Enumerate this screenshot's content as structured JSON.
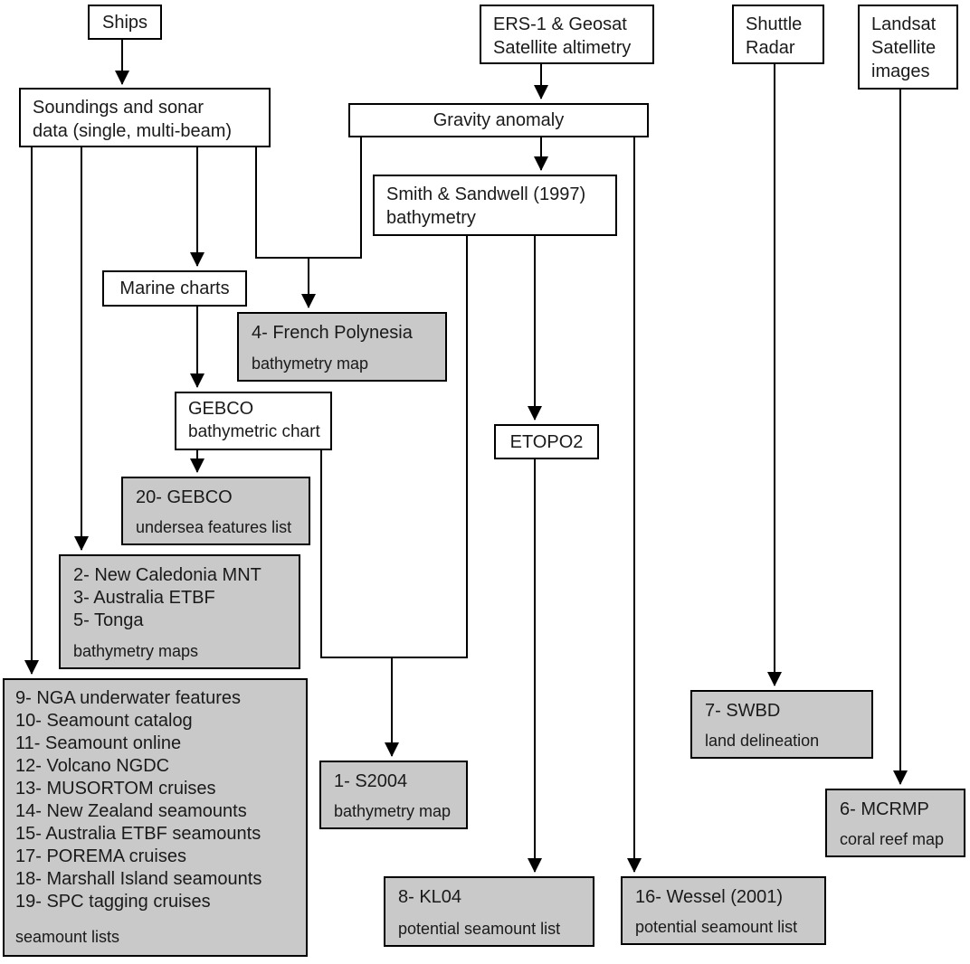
{
  "nodes": {
    "ships": {
      "label": "Ships"
    },
    "soundings": {
      "line1": "Soundings and sonar",
      "line2": "data (single, multi-beam)"
    },
    "ers_geosat": {
      "line1": "ERS-1 & Geosat",
      "line2": "Satellite altimetry"
    },
    "shuttle_radar": {
      "line1": "Shuttle",
      "line2": "Radar"
    },
    "landsat": {
      "line1": "Landsat",
      "line2": "Satellite",
      "line3": "images"
    },
    "gravity_anomaly": {
      "label": "Gravity anomaly"
    },
    "smith_sandwell": {
      "line1": "Smith & Sandwell (1997)",
      "line2": "bathymetry"
    },
    "marine_charts": {
      "label": "Marine charts"
    },
    "gebco": {
      "line1": "GEBCO",
      "line2": "bathymetric chart"
    },
    "etopo2": {
      "label": "ETOPO2"
    },
    "french_polynesia": {
      "title": "4- French Polynesia",
      "subtitle": "bathymetry map"
    },
    "gebco_features": {
      "title": "20- GEBCO",
      "subtitle": "undersea features list"
    },
    "bathymetry_maps": {
      "items": [
        "2- New Caledonia MNT",
        "3- Australia ETBF",
        "5- Tonga"
      ],
      "subtitle": "bathymetry maps"
    },
    "seamount_lists": {
      "items": [
        "9- NGA underwater features",
        "10- Seamount catalog",
        "11- Seamount online",
        "12- Volcano NGDC",
        "13- MUSORTOM cruises",
        "14- New Zealand seamounts",
        "15- Australia ETBF seamounts",
        "17- POREMA cruises",
        "18- Marshall Island seamounts",
        "19- SPC tagging cruises"
      ],
      "subtitle": "seamount lists"
    },
    "s2004": {
      "title": "1- S2004",
      "subtitle": "bathymetry map"
    },
    "kl04": {
      "title": "8- KL04",
      "subtitle": "potential seamount list"
    },
    "wessel": {
      "title": "16- Wessel (2001)",
      "subtitle": "potential seamount list"
    },
    "swbd": {
      "title": "7- SWBD",
      "subtitle": "land delineation"
    },
    "mcrmp": {
      "title": "6- MCRMP",
      "subtitle": "coral reef map"
    }
  },
  "colors": {
    "box_fill": "#ffffff",
    "result_fill": "#c9c9c9",
    "line": "#000000"
  }
}
